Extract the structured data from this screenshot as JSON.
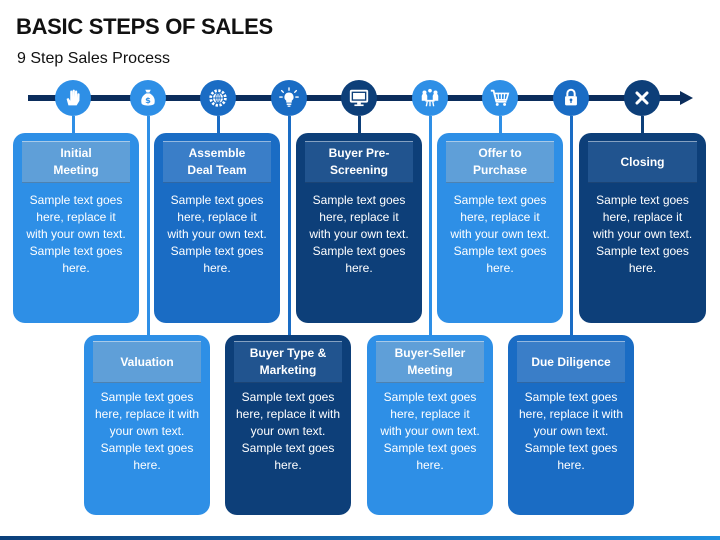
{
  "title": "BASIC STEPS OF SALES",
  "subtitle": "9 Step Sales Process",
  "colors": {
    "light": "#2e8fe6",
    "mid": "#1a6cc4",
    "dark": "#0d3f79",
    "head_light": "#5f9fd8",
    "head_mid": "#3a7ec8",
    "head_dark": "#21548f",
    "timeline": "#0b2d5c"
  },
  "steps": [
    {
      "title": "Initial Meeting",
      "line1": "Initial",
      "line2": "Meeting",
      "icon": "hand-icon",
      "body": [
        "Sample text goes",
        "here, replace it",
        "with your own text.",
        "Sample text goes",
        "here."
      ]
    },
    {
      "title": "Valuation",
      "line1": "Valuation",
      "line2": "",
      "icon": "money-bag-icon",
      "body": [
        "Sample text goes",
        "here, replace it with",
        "your own text.",
        "Sample text goes",
        "here."
      ]
    },
    {
      "title": "Assemble Deal Team",
      "line1": "Assemble",
      "line2": "Deal Team",
      "icon": "globe-gear-icon",
      "body": [
        "Sample text goes",
        "here, replace it",
        "with your own text.",
        "Sample text goes",
        "here."
      ]
    },
    {
      "title": "Buyer Type & Marketing",
      "line1": "Buyer Type &",
      "line2": "Marketing",
      "icon": "lightbulb-icon",
      "body": [
        "Sample text goes",
        "here, replace it with",
        "your own text.",
        "Sample text goes",
        "here."
      ]
    },
    {
      "title": "Buyer Pre-Screening",
      "line1": "Buyer Pre-",
      "line2": "Screening",
      "icon": "monitor-icon",
      "body": [
        "Sample text goes",
        "here, replace it",
        "with your own text.",
        "Sample text goes",
        "here."
      ]
    },
    {
      "title": "Buyer-Seller Meeting",
      "line1": "Buyer-Seller",
      "line2": "Meeting",
      "icon": "meeting-icon",
      "body": [
        "Sample text goes",
        "here, replace it",
        "with your own text.",
        "Sample text goes",
        "here."
      ]
    },
    {
      "title": "Offer to Purchase",
      "line1": "Offer to",
      "line2": "Purchase",
      "icon": "cart-icon",
      "body": [
        "Sample text goes",
        "here, replace it",
        "with your own text.",
        "Sample text goes",
        "here."
      ]
    },
    {
      "title": "Due Diligence",
      "line1": "Due Diligence",
      "line2": "",
      "icon": "padlock-icon",
      "body": [
        "Sample text goes",
        "here, replace it with",
        "your own text.",
        "Sample text goes",
        "here."
      ]
    },
    {
      "title": "Closing",
      "line1": "Closing",
      "line2": "",
      "icon": "close-x-icon",
      "body": [
        "Sample text goes",
        "here, replace it",
        "with your own text.",
        "Sample text goes",
        "here."
      ]
    }
  ]
}
